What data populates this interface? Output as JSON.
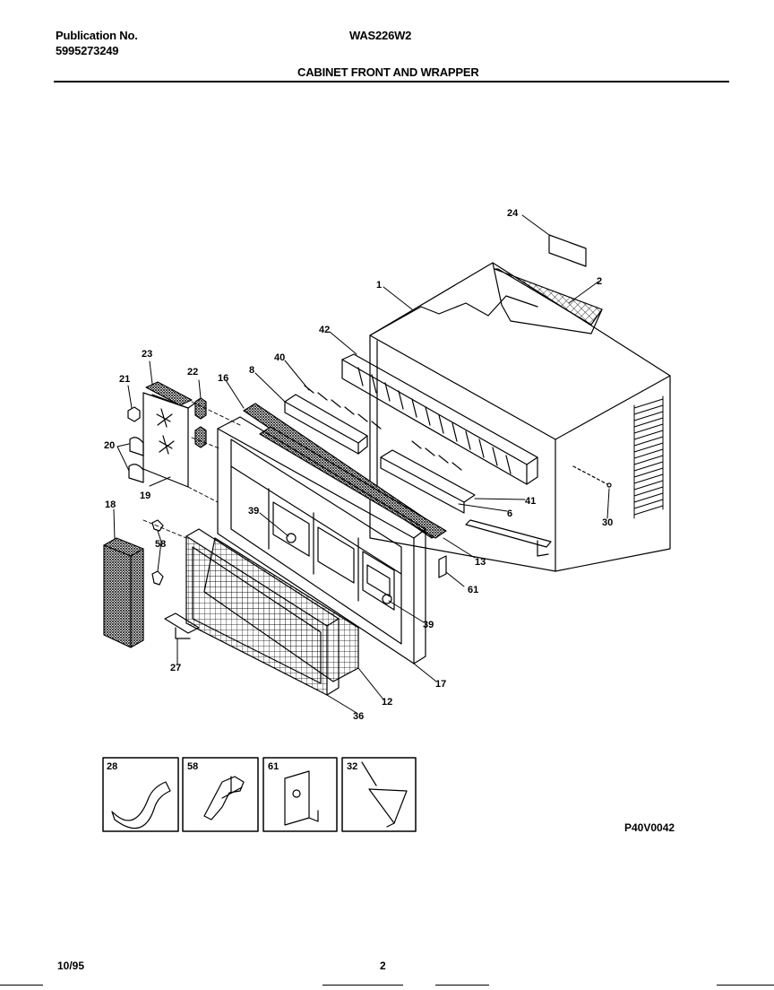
{
  "header": {
    "publication_label": "Publication No.",
    "publication_number": "5995273249",
    "model": "WAS226W2",
    "section_title": "CABINET FRONT AND WRAPPER"
  },
  "callouts": [
    "24",
    "2",
    "1",
    "42",
    "40",
    "8",
    "16",
    "22",
    "23",
    "21",
    "20",
    "19",
    "18",
    "58",
    "39",
    "41",
    "6",
    "30",
    "13",
    "61",
    "39",
    "27",
    "17",
    "12",
    "36"
  ],
  "inset_labels": [
    "28",
    "58",
    "61",
    "32"
  ],
  "diagram_code": "P40V0042",
  "footer": {
    "date": "10/95",
    "page": "2"
  }
}
